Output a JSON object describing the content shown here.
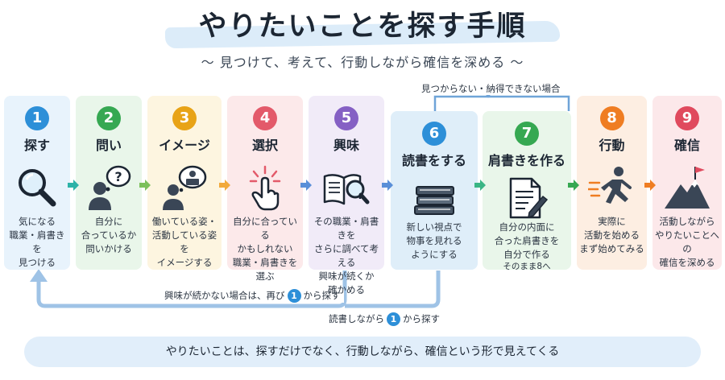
{
  "title": "やりたいことを探す手順",
  "subtitle": "〜 見つけて、考えて、行動しながら確信を深める 〜",
  "steps": [
    {
      "num": "1",
      "label": "探す",
      "icon": "magnifier-icon",
      "color": "#2d8fd8",
      "bg": "#e8f3fc",
      "desc": [
        "気になる",
        "職業・肩書きを",
        "見つける"
      ]
    },
    {
      "num": "2",
      "label": "問い",
      "icon": "person-question-icon",
      "color": "#36a852",
      "bg": "#e9f6ea",
      "desc": [
        "自分に",
        "合っているか",
        "問いかける"
      ]
    },
    {
      "num": "3",
      "label": "イメージ",
      "icon": "person-imagine-icon",
      "color": "#e8a316",
      "bg": "#fdf5e0",
      "desc": [
        "働いている姿・",
        "活動している姿を",
        "イメージする"
      ]
    },
    {
      "num": "4",
      "label": "選択",
      "icon": "hand-pointer-icon",
      "color": "#e35a6a",
      "bg": "#fce9ea",
      "desc": [
        "自分に合っている",
        "かもしれない",
        "職業・肩書きを選ぶ"
      ]
    },
    {
      "num": "5",
      "label": "興味",
      "icon": "book-magnifier-icon",
      "color": "#8560c4",
      "bg": "#f1ebf8",
      "desc": [
        "その職業・肩書きを",
        "さらに調べて考える",
        "興味が続くか",
        "確かめる"
      ]
    },
    {
      "num": "6",
      "label": "読書をする",
      "icon": "book-stack-icon",
      "color": "#2d8fd8",
      "bg": "#dfeef9",
      "desc": [
        "新しい視点で",
        "物事を見れる",
        "ようにする"
      ]
    },
    {
      "num": "7",
      "label": "肩書きを作る",
      "icon": "document-pen-icon",
      "color": "#36a852",
      "bg": "#e9f6ea",
      "desc": [
        "自分の内面に",
        "合った肩書きを",
        "自分で作る",
        "そのまま8へ"
      ]
    },
    {
      "num": "8",
      "label": "行動",
      "icon": "running-person-icon",
      "color": "#ef7d22",
      "bg": "#fdeee2",
      "desc": [
        "実際に",
        "活動を始める",
        "まず始めてみる"
      ]
    },
    {
      "num": "9",
      "label": "確信",
      "icon": "mountain-flag-icon",
      "color": "#e04a5e",
      "bg": "#fce8ea",
      "desc": [
        "活動しながら",
        "やりたいことへの",
        "確信を深める"
      ]
    }
  ],
  "loops": {
    "top": "見つからない・納得できない場合",
    "bottom_prefix": "興味が続かない場合は、再び",
    "bottom_num": "1",
    "bottom_suffix": "から探す",
    "reading_prefix": "読書しながら",
    "reading_num": "1",
    "reading_suffix": "から探す"
  },
  "footer": "やりたいことは、探すだけでなく、行動しながら、確信という形で見えてくる"
}
